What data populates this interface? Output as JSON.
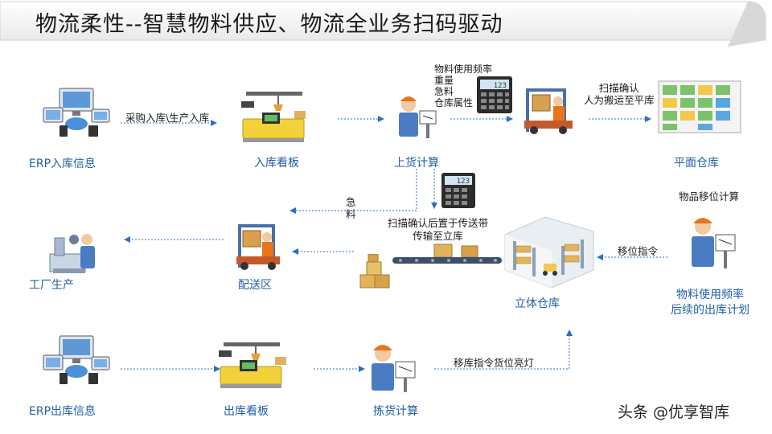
{
  "title": "物流柔性--智慧物料供应、物流全业务扫码驱动",
  "nodes": {
    "erp_in": "ERP入库信息",
    "in_board": "入库看板",
    "shelving": "上货计算",
    "flat_warehouse": "平面仓库",
    "factory": "工厂生产",
    "delivery": "配送区",
    "stereo_warehouse": "立体仓库",
    "relocation_plan": "物料使用频率\n后续的出库计划",
    "erp_out": "ERP出库信息",
    "out_board": "出库看板",
    "picking": "拣货计算"
  },
  "edge_labels": {
    "purchase": "采购入库\\生产入库",
    "attributes": [
      "物料使用频率",
      "重量",
      "急料",
      "仓库属性"
    ],
    "scan_confirm": "扫描确认\n人为搬运至平库",
    "urgent": "急\n料",
    "conveyor": "扫描确认后置于传送带\n传输至立库",
    "move_calc": "物品移位计算",
    "move_cmd": "移位指令",
    "pick_light": "移库指令货位亮灯"
  },
  "calculator_display": "123",
  "watermark": "头条 @优享智库"
}
